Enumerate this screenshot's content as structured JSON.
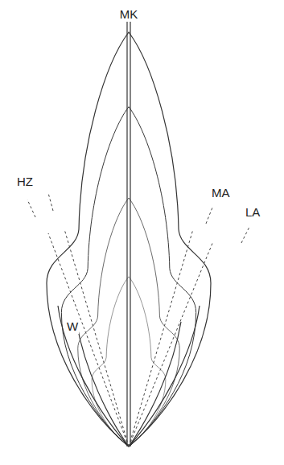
{
  "diagram": {
    "labels": [
      "MK",
      "HZ",
      "MA",
      "LA",
      "W"
    ]
  }
}
